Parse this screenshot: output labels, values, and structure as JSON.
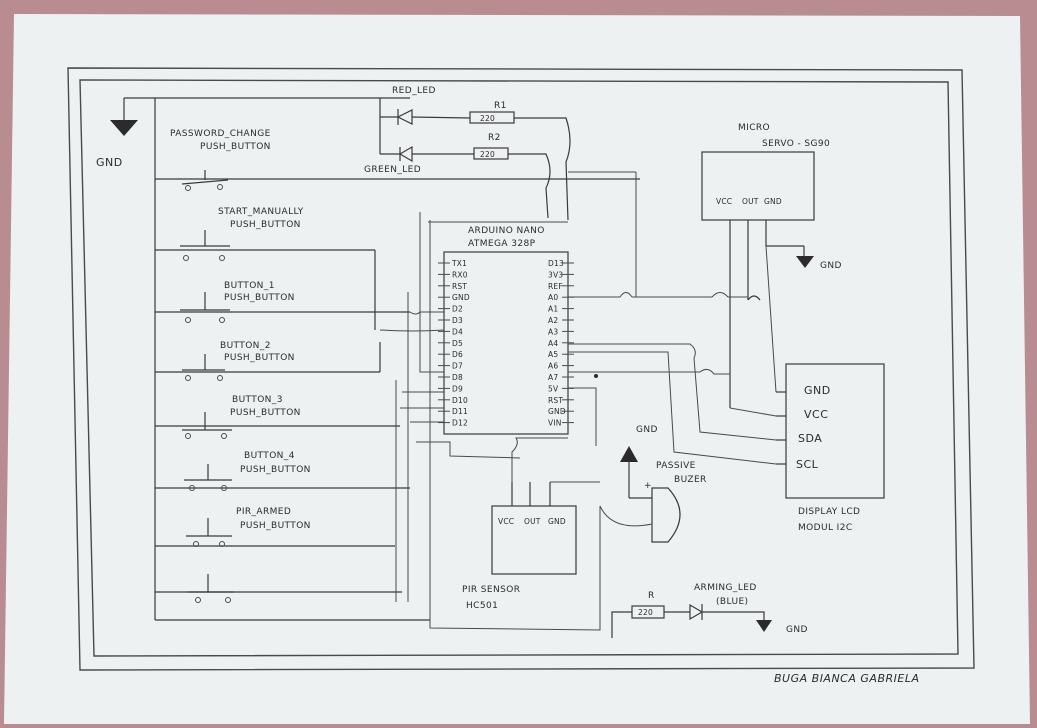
{
  "diagram": {
    "gnd_left": "GND",
    "gnd_servo": "GND",
    "gnd_buzzer": "GND",
    "gnd_arming": "GND",
    "leds": {
      "red": "RED_LED",
      "green": "GREEN_LED",
      "r1": "R1",
      "r1_value": "220",
      "r2": "R2",
      "r2_value": "220"
    },
    "buttons": [
      {
        "line1": "PASSWORD_CHANGE",
        "line2": "PUSH_BUTTON"
      },
      {
        "line1": "START_MANUALLY",
        "line2": "PUSH_BUTTON"
      },
      {
        "line1": "BUTTON_1",
        "line2": "PUSH_BUTTON"
      },
      {
        "line1": "BUTTON_2",
        "line2": "PUSH_BUTTON"
      },
      {
        "line1": "BUTTON_3",
        "line2": "PUSH_BUTTON"
      },
      {
        "line1": "BUTTON_4",
        "line2": "PUSH_BUTTON"
      },
      {
        "line1": "PIR_ARMED",
        "line2": "PUSH_BUTTON"
      }
    ],
    "arduino": {
      "title1": "ARDUINO NANO",
      "title2": "ATMEGA 328P",
      "left_pins": [
        "TX1",
        "RX0",
        "RST",
        "GND",
        "D2",
        "D3",
        "D4",
        "D5",
        "D6",
        "D7",
        "D8",
        "D9",
        "D10",
        "D11",
        "D12"
      ],
      "right_pins": [
        "D13",
        "3V3",
        "REF",
        "A0",
        "A1",
        "A2",
        "A3",
        "A4",
        "A5",
        "A6",
        "A7",
        "5V",
        "RST",
        "GND",
        "VIN"
      ]
    },
    "servo": {
      "title1": "MICRO",
      "title2": "SERVO - SG90",
      "pins": [
        "VCC",
        "OUT",
        "GND"
      ]
    },
    "lcd": {
      "pins": [
        "GND",
        "VCC",
        "SDA",
        "SCL"
      ],
      "title1": "DISPLAY LCD",
      "title2": "MODUL I2C"
    },
    "pir": {
      "pins": [
        "VCC",
        "OUT",
        "GND"
      ],
      "title1": "PIR SENSOR",
      "title2": "HC501"
    },
    "buzzer": {
      "title1": "PASSIVE",
      "title2": "BUZER",
      "plus": "+"
    },
    "arming": {
      "r": "R",
      "r_value": "220",
      "title1": "ARMING_LED",
      "title2": "(BLUE)"
    },
    "author": "BUGA BIANCA GABRIELA"
  }
}
